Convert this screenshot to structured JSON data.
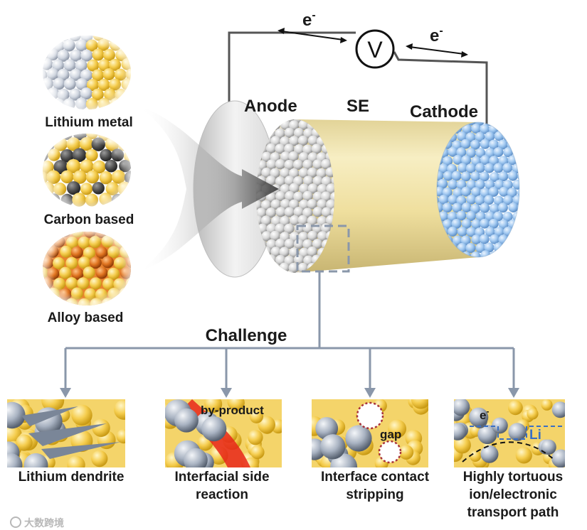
{
  "circuit": {
    "electron_left": "e",
    "electron_right": "e",
    "electron_sup": "-",
    "voltmeter": "V"
  },
  "cell": {
    "anode_label": "Anode",
    "separator_label": "SE",
    "cathode_label": "Cathode"
  },
  "anode_types": [
    {
      "label": "Lithium metal"
    },
    {
      "label": "Carbon based"
    },
    {
      "label": "Alloy based"
    }
  ],
  "challenge_title": "Challenge",
  "challenges": [
    {
      "line1": "Lithium dendrite",
      "line2": "",
      "line3": "",
      "annotation": ""
    },
    {
      "line1": "Interfacial side",
      "line2": "reaction",
      "line3": "",
      "annotation": "by-product"
    },
    {
      "line1": "Interface contact",
      "line2": "stripping",
      "line3": "",
      "annotation": "gap"
    },
    {
      "line1": "Highly tortuous",
      "line2": "ion/electronic",
      "line3": "transport path",
      "annotation": "e",
      "annotation2": "Li"
    }
  ],
  "watermark": "大数跨境",
  "colors": {
    "wire": "#555555",
    "connector": "#8a97aa",
    "electrolyte": "#f0e2a6",
    "anode_sphere": "#d9d9d9",
    "cathode_sphere": "#9cc4ee",
    "li_sphere": "#d7dce4",
    "yellow_sphere": "#f2c94c",
    "carbon_sphere": "#555555",
    "alloy_sphere": "#d86d1c",
    "highlight_red": "#e8261a",
    "gap_dots": "#a8323a",
    "dashed_box": "#8a97aa"
  }
}
